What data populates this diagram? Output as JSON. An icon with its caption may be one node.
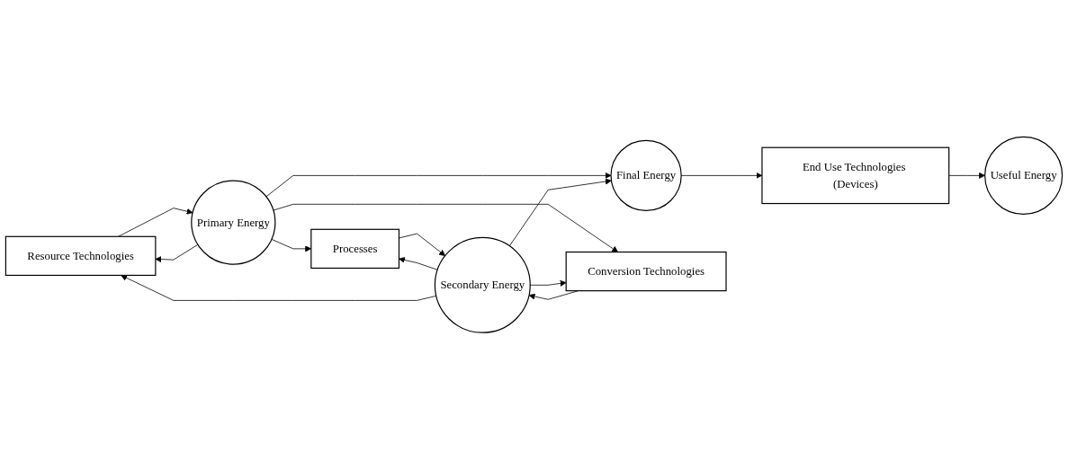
{
  "diagram": {
    "nodes": [
      {
        "text": [
          "Resource Technologies"
        ]
      },
      {
        "text": [
          "Primary Energy"
        ]
      },
      {
        "text": [
          "Final Energy"
        ]
      },
      {
        "text": [
          "End Use Technologies (Devices)"
        ]
      },
      {
        "text": [
          "Useful Energy"
        ]
      },
      {
        "text": [
          "Processes"
        ]
      },
      {
        "text": [
          "Conversion Technologies"
        ]
      },
      {
        "text": [
          "Secondary Energy"
        ]
      }
    ],
    "edges": [
      {
        "from": 1,
        "to": 0,
        "arrow": "to"
      },
      {
        "from": 0,
        "to": 1,
        "arrow": "to"
      },
      {
        "from": 1,
        "to": 2,
        "arrow": "to"
      },
      {
        "from": 2,
        "to": 3,
        "arrow": "to"
      },
      {
        "from": 3,
        "to": 4,
        "arrow": "to"
      },
      {
        "from": 1,
        "to": 5,
        "arrow": "to"
      },
      {
        "from": 1,
        "to": 6,
        "arrow": "to"
      },
      {
        "from": 5,
        "to": 7,
        "arrow": "to"
      },
      {
        "from": 6,
        "to": 7,
        "arrow": "to"
      },
      {
        "from": 7,
        "to": 2,
        "arrow": "to"
      },
      {
        "from": 7,
        "to": 5,
        "arrow": "to"
      },
      {
        "from": 7,
        "to": 6,
        "arrow": "to"
      },
      {
        "from": 7,
        "to": 0,
        "arrow": "to"
      }
    ]
  }
}
